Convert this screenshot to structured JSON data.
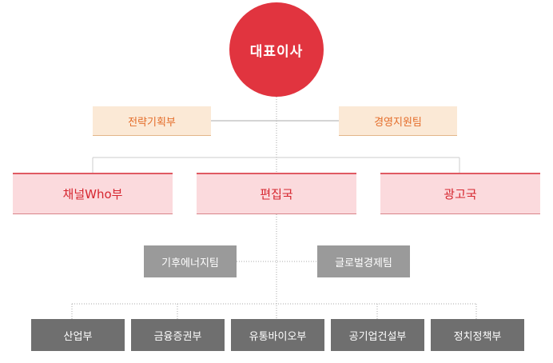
{
  "org": {
    "ceo": "대표이사",
    "staff": [
      "전략기획부",
      "경영지원팀"
    ],
    "departments": [
      "채널Who부",
      "편집국",
      "광고국"
    ],
    "teams": [
      "기후에너지팀",
      "글로벌경제팀"
    ],
    "units": [
      "산업부",
      "금융증권부",
      "유통바이오부",
      "공기업건설부",
      "정치정책부"
    ]
  },
  "colors": {
    "ceo": "#e1343f",
    "staff_bg": "#fbe9d6",
    "staff_text": "#e46d2a",
    "dept_bg": "#fbdadd",
    "dept_text": "#d6262f",
    "team_bg": "#9a9a9a",
    "unit_bg": "#6f6f6f"
  }
}
